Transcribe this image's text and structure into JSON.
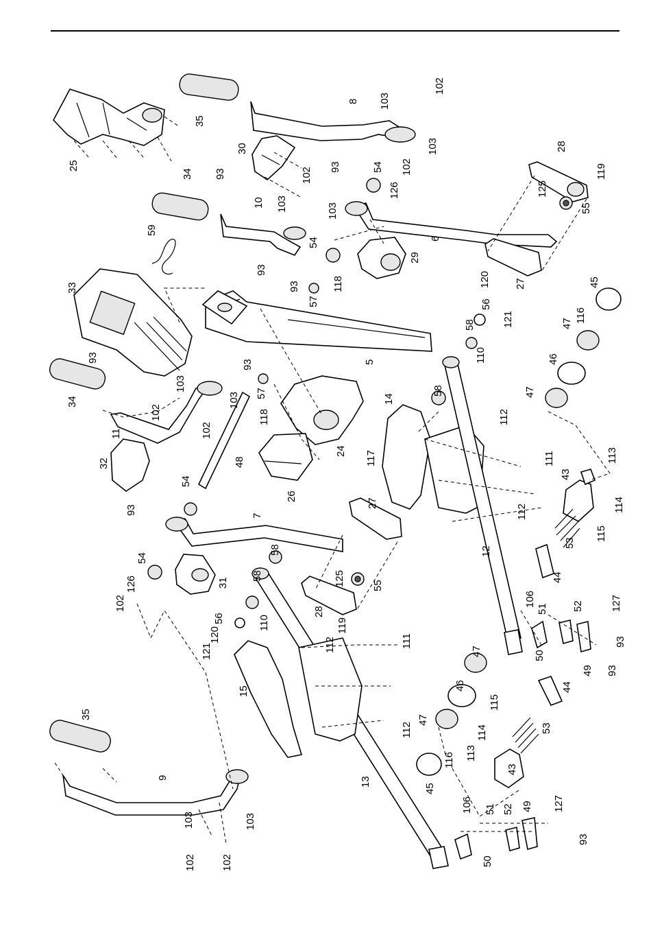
{
  "parts": {
    "p2": "102",
    "p3": "103",
    "p93": "93",
    "p5": "5",
    "p6": "6",
    "p7": "7",
    "p8": "8",
    "p9": "9",
    "p10": "10",
    "p11": "11",
    "p12": "12",
    "p13": "13",
    "p14": "14",
    "p15": "15",
    "p24": "24",
    "p25": "25",
    "p26": "26",
    "p27": "27",
    "p28": "28",
    "p29": "29",
    "p30": "30",
    "p31": "31",
    "p32": "32",
    "p33": "33",
    "p34": "34",
    "p35": "35",
    "p43": "43",
    "p44": "44",
    "p45": "45",
    "p46": "46",
    "p47": "47",
    "p48": "48",
    "p49": "49",
    "p50": "50",
    "p51": "51",
    "p52": "52",
    "p53": "53",
    "p54": "54",
    "p55": "55",
    "p56": "56",
    "p57": "57",
    "p58": "58",
    "p59": "59",
    "p106": "106",
    "p110": "110",
    "p111": "111",
    "p112": "112",
    "p113": "113",
    "p114": "114",
    "p115": "115",
    "p116": "116",
    "p117": "117",
    "p118": "118",
    "p119": "119",
    "p120": "120",
    "p121": "121",
    "p125": "125",
    "p126": "126",
    "p127": "127"
  }
}
